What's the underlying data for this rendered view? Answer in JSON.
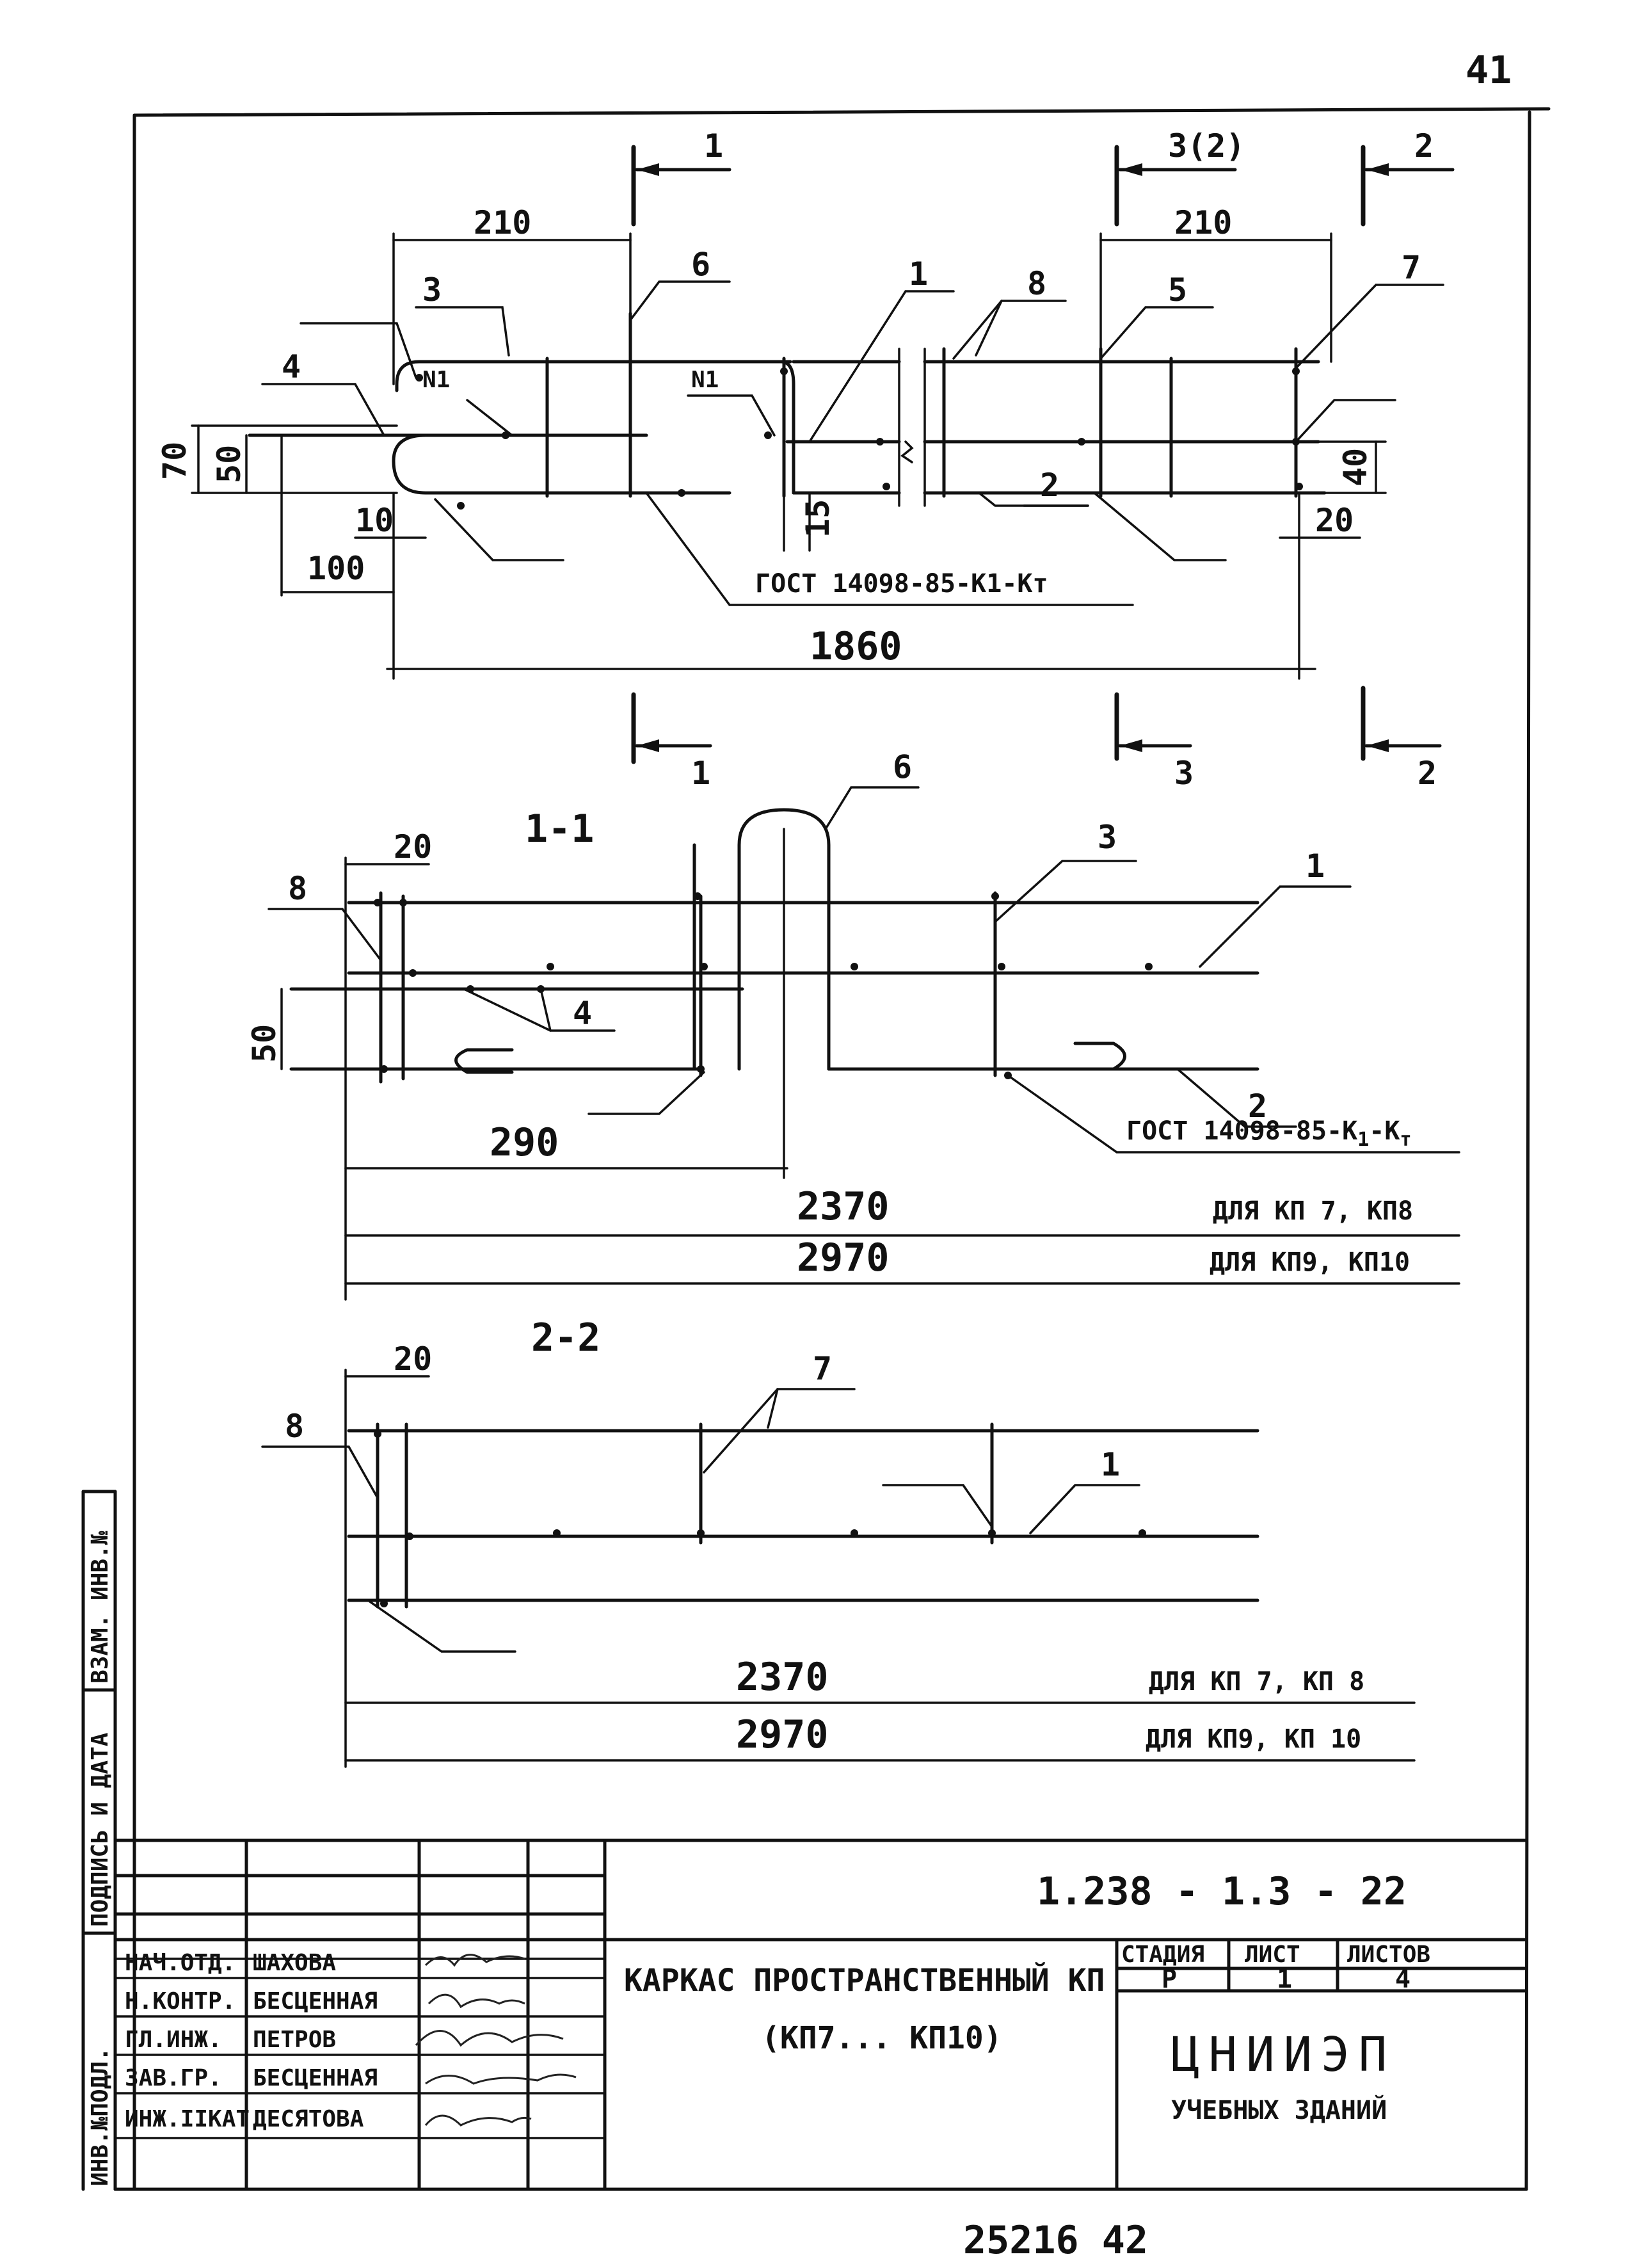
{
  "sheet_number": "41",
  "plan": {
    "section_marks": {
      "s1": "1",
      "s3": "3(2)",
      "s2": "2",
      "s1b": "1",
      "s3b": "3",
      "s2b": "2"
    },
    "dims": {
      "d210_left": "210",
      "d210_right": "210",
      "d70": "70",
      "d50": "50",
      "d10": "10",
      "d100": "100",
      "d15": "15",
      "d40": "40",
      "d20": "20",
      "d1860": "1860"
    },
    "callouts": {
      "c3": "3",
      "c4": "4",
      "c6": "6",
      "c1": "1",
      "c8": "8",
      "c5": "5",
      "c7": "7",
      "c2": "2",
      "n1a": "N1",
      "n1b": "N1"
    },
    "gost": "ГОСТ 14098-85-К1-Кт"
  },
  "section_11": {
    "title": "1-1",
    "dims": {
      "d20": "20",
      "d50": "50",
      "d290": "290",
      "d2370": "2370",
      "d2970": "2970"
    },
    "callouts": {
      "c6": "6",
      "c3": "3",
      "c1": "1",
      "c8": "8",
      "c4": "4",
      "c2": "2"
    },
    "gost": "ГОСТ 14098-85-К",
    "gost_sub1": "1",
    "gost_mid": "-К",
    "gost_sub2": "т",
    "note_2370": "ДЛЯ КП 7, КП8",
    "note_2970": "ДЛЯ КП9, КП10"
  },
  "section_22": {
    "title": "2-2",
    "dims": {
      "d20": "20",
      "d2370": "2370",
      "d2970": "2970"
    },
    "callouts": {
      "c8": "8",
      "c7": "7",
      "c1": "1"
    },
    "note_2370": "ДЛЯ КП 7, КП 8",
    "note_2970": "ДЛЯ КП9, КП 10"
  },
  "side_stamp": {
    "inv_podl": "ИНВ.№ПОДЛ.",
    "podpis": "ПОДПИСЬ И ДАТА",
    "vzam": "ВЗАМ. ИНВ.№"
  },
  "title_block": {
    "doc_code": "1.238 - 1.3 - 22",
    "title_line1": "КАРКАС ПРОСТРАНСТВЕННЫЙ КП",
    "title_line2": "(КП7... КП10)",
    "roles": [
      {
        "role": "НАЧ.ОТД.",
        "name": "ШАХОВА"
      },
      {
        "role": "Н.КОНТР.",
        "name": "БЕСЦЕННАЯ"
      },
      {
        "role": "ГЛ.ИНЖ.",
        "name": "ПЕТРОВ"
      },
      {
        "role": "ЗАВ.ГР.",
        "name": "БЕСЦЕННАЯ"
      },
      {
        "role": "ИНЖ.IIКАТ.",
        "name": "ДЕСЯТОВА"
      }
    ],
    "stage_header": "СТАДИЯ",
    "sheet_header": "ЛИСТ",
    "sheets_header": "ЛИСТОВ",
    "stage": "Р",
    "sheet": "1",
    "sheets": "4",
    "org": "ЦНИИЭП",
    "org_sub": "УЧЕБНЫХ ЗДАНИЙ"
  },
  "footer_note": "25216   42"
}
